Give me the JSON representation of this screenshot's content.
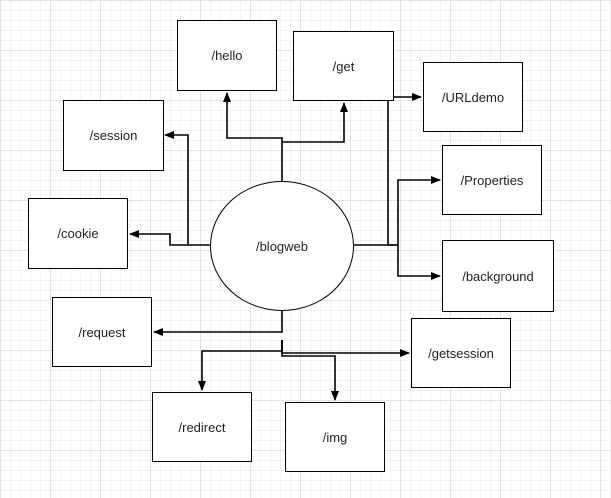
{
  "diagram": {
    "center": {
      "id": "blogweb",
      "label": "/blogweb"
    },
    "nodes": [
      {
        "id": "hello",
        "label": "/hello"
      },
      {
        "id": "get",
        "label": "/get"
      },
      {
        "id": "URLdemo",
        "label": "/URLdemo"
      },
      {
        "id": "session",
        "label": "/session"
      },
      {
        "id": "Properties",
        "label": "/Properties"
      },
      {
        "id": "cookie",
        "label": "/cookie"
      },
      {
        "id": "background",
        "label": "/background"
      },
      {
        "id": "request",
        "label": "/request"
      },
      {
        "id": "getsession",
        "label": "/getsession"
      },
      {
        "id": "redirect",
        "label": "/redirect"
      },
      {
        "id": "img",
        "label": "/img"
      }
    ],
    "edges": [
      {
        "from": "blogweb",
        "to": "hello"
      },
      {
        "from": "blogweb",
        "to": "get"
      },
      {
        "from": "blogweb",
        "to": "URLdemo"
      },
      {
        "from": "blogweb",
        "to": "session"
      },
      {
        "from": "blogweb",
        "to": "Properties"
      },
      {
        "from": "blogweb",
        "to": "cookie"
      },
      {
        "from": "blogweb",
        "to": "background"
      },
      {
        "from": "blogweb",
        "to": "request"
      },
      {
        "from": "blogweb",
        "to": "getsession"
      },
      {
        "from": "blogweb",
        "to": "redirect"
      },
      {
        "from": "blogweb",
        "to": "img"
      }
    ]
  }
}
